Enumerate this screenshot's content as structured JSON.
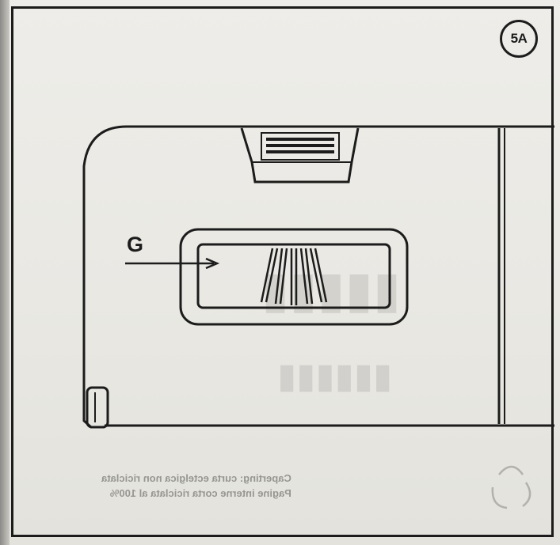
{
  "step": {
    "badge": "5A"
  },
  "callout": {
    "label": "G"
  },
  "bleed_through": {
    "line_1": "Caperting: curta ectelgica non riciclata",
    "line_2": "Pagine interne corta riciclata al 100%"
  },
  "colors": {
    "ink": "#1c1c1c",
    "paper": "#eeede9",
    "shadow_strip": "#8b8a86"
  },
  "icons": [
    "recycle-icon",
    "arrow-right-icon"
  ]
}
